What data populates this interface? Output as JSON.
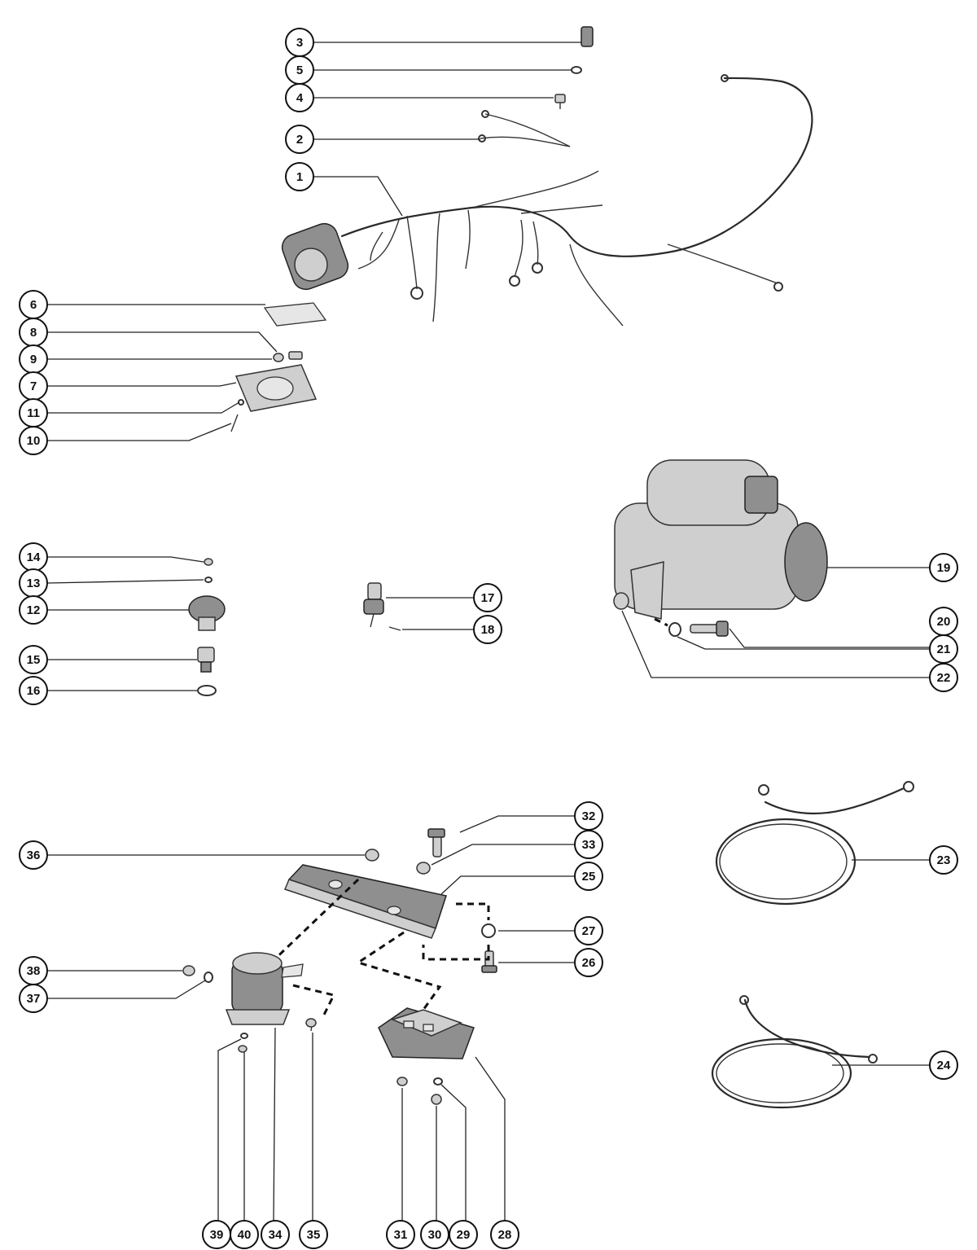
{
  "diagram": {
    "callouts": [
      "1",
      "2",
      "3",
      "4",
      "5",
      "6",
      "7",
      "8",
      "9",
      "10",
      "11",
      "12",
      "13",
      "14",
      "15",
      "16",
      "17",
      "18",
      "19",
      "20",
      "21",
      "22",
      "23",
      "24",
      "25",
      "26",
      "27",
      "28",
      "29",
      "30",
      "31",
      "32",
      "33",
      "34",
      "35",
      "36",
      "37",
      "38",
      "39",
      "40"
    ]
  },
  "colors": {
    "ink": "#111111",
    "paper": "#ffffff",
    "part_fill": "#cfcfcf"
  }
}
